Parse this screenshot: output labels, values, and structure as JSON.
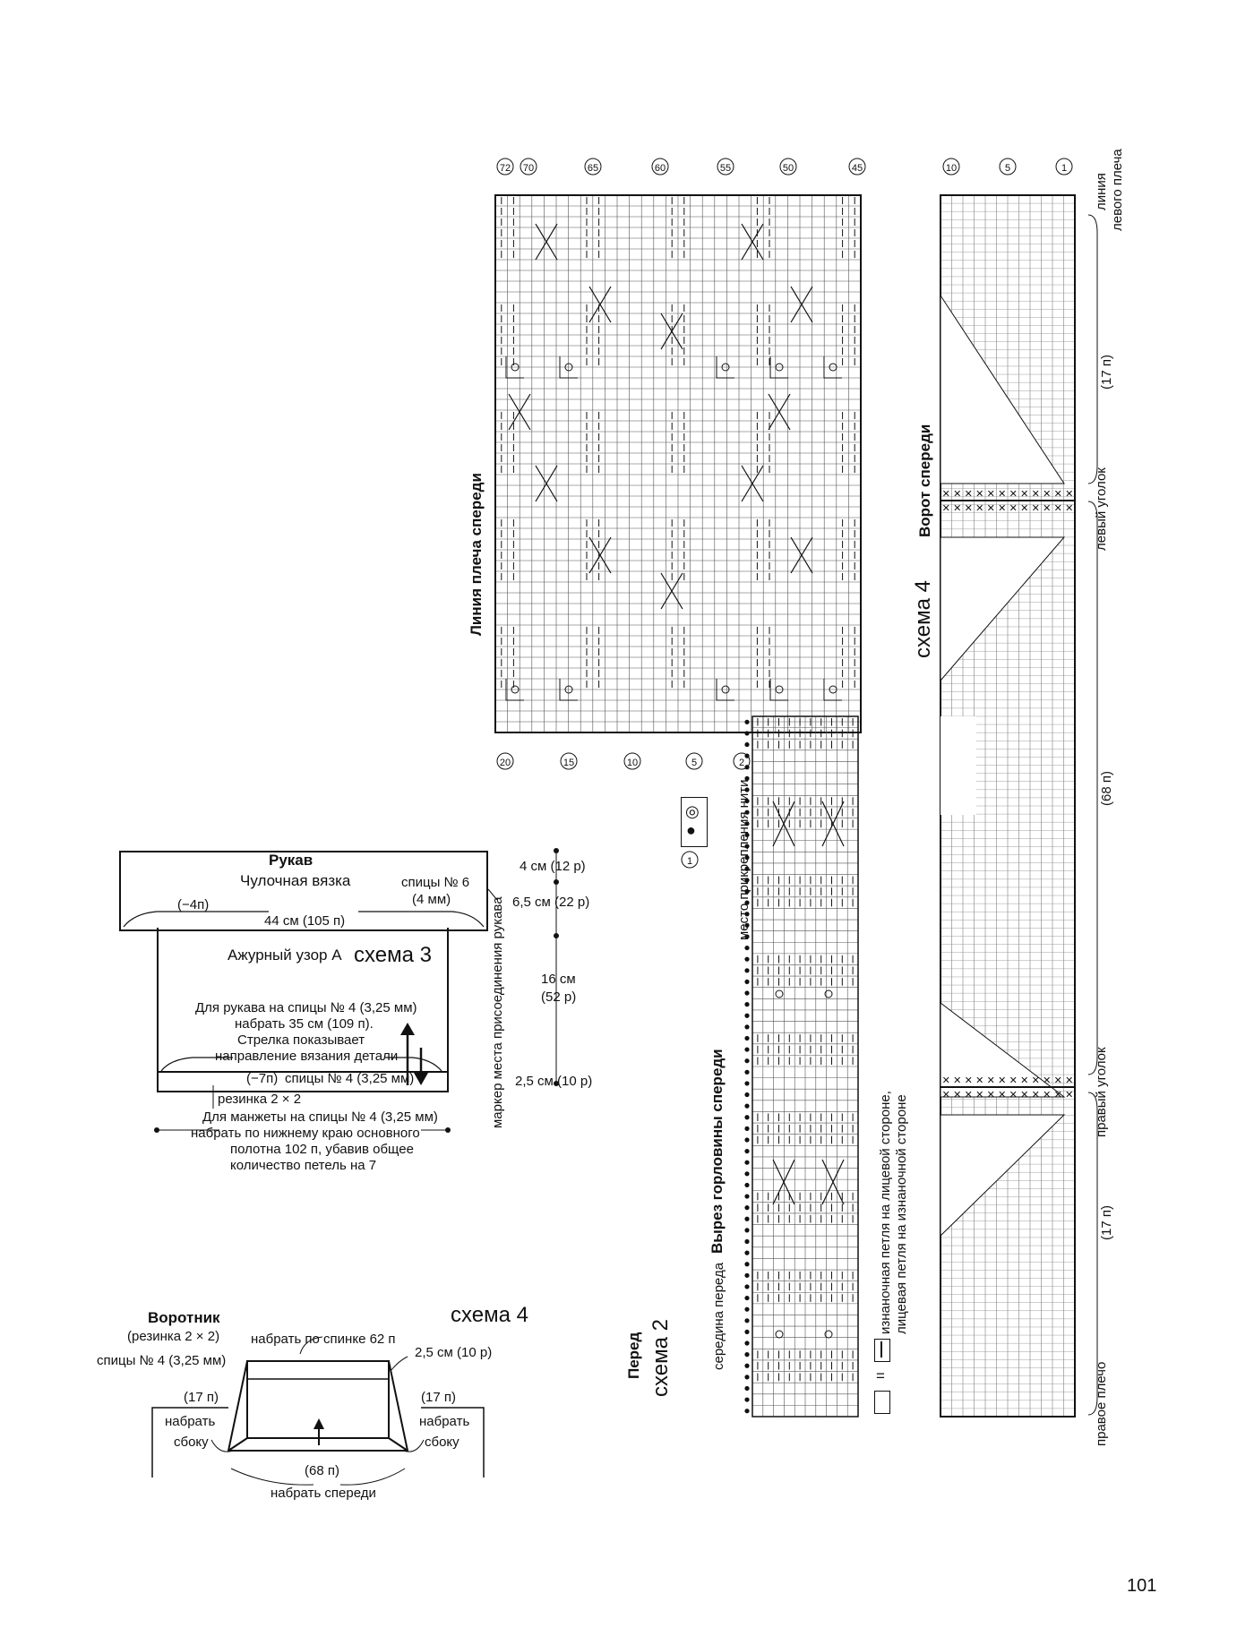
{
  "page_number": "101",
  "sleeve": {
    "title": "Рукав",
    "knit_top": "Чулочная вязка",
    "needles_top": "спицы № 6",
    "needles_top_mm": "(4 мм)",
    "decrease_top": "(−4п)",
    "width_top": "44 см (105 п)",
    "lace": "Ажурный узор А",
    "scheme": "схема 3",
    "instr1": "Для рукава на спицы № 4 (3,25 мм)",
    "instr2": "набрать 35 см (109 п).",
    "instr3": "Стрелка показывает",
    "instr4": "направление вязания детали",
    "decrease_bottom": "(−7п)",
    "needles_bottom": "спицы № 4 (3,25 мм)",
    "rib": "резинка 2 × 2",
    "cuff1": "Для манжеты на спицы № 4 (3,25 мм)",
    "cuff2": "набрать по нижнему краю основного",
    "cuff3": "полотна 102 п, убавив общее",
    "cuff4": "количество петель на 7",
    "marker": "маркер места присоединения рукава",
    "dim1": "4 см (12 р)",
    "dim2": "6,5 см (22 р)",
    "dim3a": "16 см",
    "dim3b": "(52 р)",
    "dim4": "2,5 см (10 р)"
  },
  "collar": {
    "title": "Воротник",
    "rib": "(резинка 2 × 2)",
    "needles": "спицы № 4 (3,25 мм)",
    "scheme": "схема 4",
    "back": "набрать по спинке 62 п",
    "height": "2,5 см (10 р)",
    "left_count": "(17 п)",
    "left_pick1": "набрать",
    "left_pick2": "сбоку",
    "right_count": "(17 п)",
    "right_pick1": "набрать",
    "right_pick2": "сбоку",
    "front_count": "(68 п)",
    "front_pick": "набрать спереди"
  },
  "front": {
    "title": "Перед",
    "scheme": "схема 2",
    "shoulder_line": "Линия плеча спереди",
    "neck_cut": "Вырез горловины спереди",
    "center": "середина переда",
    "attach": "место прикрепления нити",
    "legend_purl": "изнаночная петля на лицевой стороне,",
    "legend_knit": "лицевая петля на изнаночной стороне",
    "legend_eq": "=",
    "row_top": [
      "72",
      "70",
      "65",
      "60",
      "55",
      "50",
      "45"
    ],
    "row_bottom": [
      "20",
      "15",
      "10",
      "5",
      "2",
      "1"
    ]
  },
  "scheme4": {
    "title": "схема 4",
    "subtitle": "Ворот спереди",
    "rows": [
      "10",
      "5",
      "1"
    ],
    "left_shoulder1": "линия",
    "left_shoulder2": "левого плеча",
    "count17a": "(17 п)",
    "left_corner": "левый уголок",
    "count68": "(68 п)",
    "right_corner": "правый уголок",
    "count17b": "(17 п)",
    "right_shoulder": "правое плечо"
  }
}
